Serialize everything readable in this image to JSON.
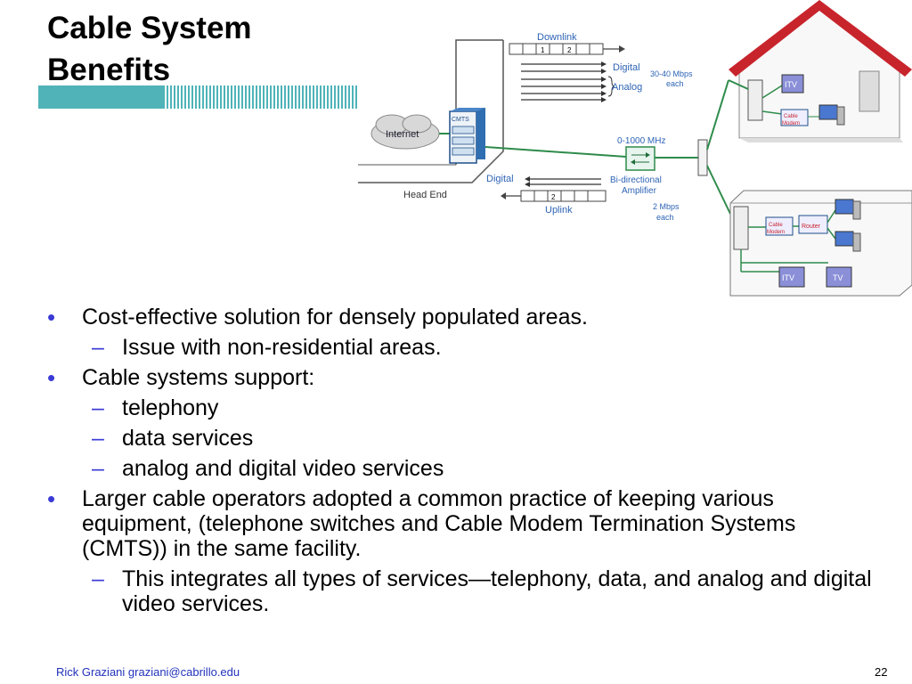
{
  "slide": {
    "title_line1": "Cable System",
    "title_line2": "Benefits"
  },
  "diagram": {
    "downlink": "Downlink",
    "digital_top": "Digital",
    "analog": "Analog",
    "rate_down": "30-40 Mbps",
    "rate_down_each": "each",
    "internet": "Internet",
    "cmts": "CMTS",
    "tv_label": "TV",
    "itv_label": "ITV",
    "head_end": "Head End",
    "freq": "0-1000 MHz",
    "digital_bottom": "Digital",
    "bi_directional": "Bi-directional",
    "amplifier": "Amplifier",
    "uplink": "Uplink",
    "rate_up": "2 Mbps",
    "rate_up_each": "each",
    "cable": "Cable",
    "modem": "Modem",
    "router": "Router",
    "n1": "1",
    "n2": "2"
  },
  "bullets": [
    {
      "text": "Cost-effective solution for densely populated areas.",
      "sub": [
        "Issue with non-residential areas."
      ]
    },
    {
      "text": "Cable systems support:",
      "sub": [
        "telephony",
        "data services",
        "analog and digital video services"
      ]
    },
    {
      "text": "Larger cable operators adopted a common practice of keeping various equipment, (telephone switches and Cable Modem Termination Systems (CMTS)) in the same facility.",
      "sub": [
        "This integrates all types of services—telephony, data, and analog and digital video services."
      ]
    }
  ],
  "markers": {
    "bullet": "•",
    "dash": "–"
  },
  "footer": {
    "author": "Rick Graziani  graziani@cabrillo.edu",
    "page": "22"
  },
  "colors": {
    "accent_blue": "#3a3ad6",
    "roof_red": "#c8242c",
    "diagram_green": "#2e8b4a",
    "title_bar": "#4fb3b8"
  }
}
